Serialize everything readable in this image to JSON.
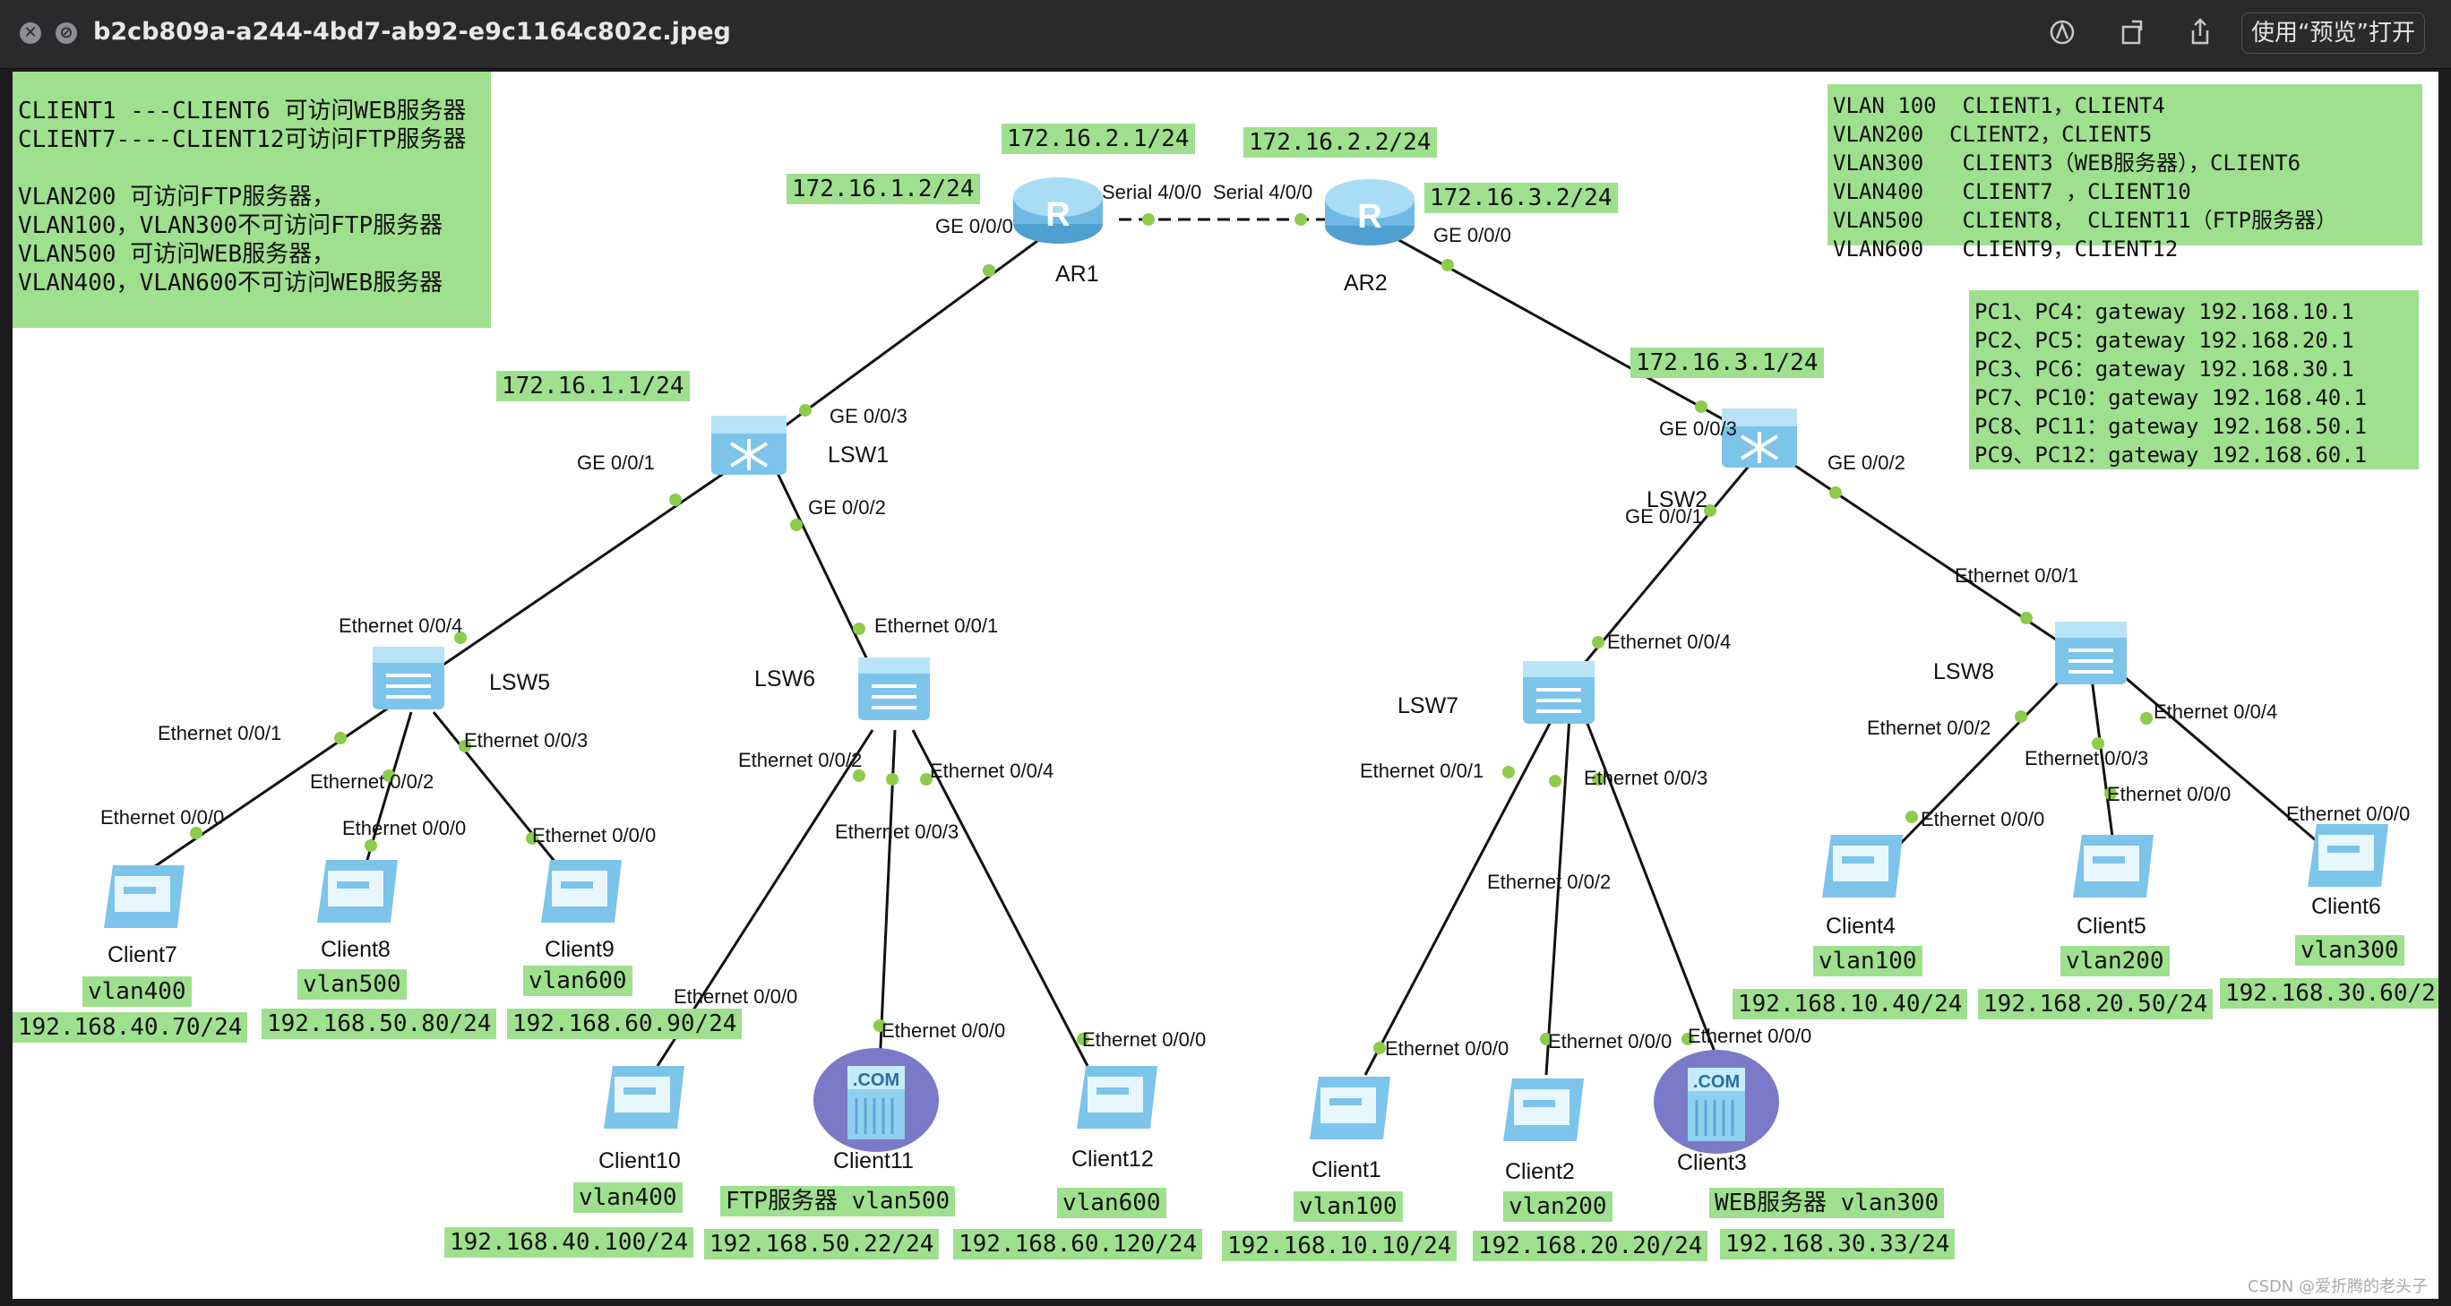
{
  "window": {
    "title": "b2cb809a-a244-4bd7-ab92-e9c1164c802c.jpeg",
    "open_with_label": "使用“预览”打开",
    "close_glyph": "✕",
    "info_glyph": "⊘",
    "icons": [
      "markup-icon",
      "rotate-icon",
      "share-icon"
    ]
  },
  "notes": {
    "access": "CLIENT1 ---CLIENT6 可访问WEB服务器\nCLIENT7----CLIENT12可访问FTP服务器\n\nVLAN200 可访问FTP服务器，\nVLAN100，VLAN300不可访问FTP服务器\nVLAN500 可访问WEB服务器，\nVLAN400，VLAN600不可访问WEB服务器",
    "vlans": "VLAN 100  CLIENT1，CLIENT4\nVLAN200  CLIENT2，CLIENT5\nVLAN300   CLIENT3（WEB服务器），CLIENT6\nVLAN400   CLIENT7 ，CLIENT10\nVLAN500   CLIENT8， CLIENT11（FTP服务器）\nVLAN600   CLIENT9，CLIENT12",
    "gateways": "PC1、PC4：gateway 192.168.10.1\nPC2、PC5：gateway 192.168.20.1\nPC3、PC6：gateway 192.168.30.1\nPC7、PC10：gateway 192.168.40.1\nPC8、PC11：gateway 192.168.50.1\nPC9、PC12：gateway 192.168.60.1"
  },
  "addresses": {
    "ar1_s400": "172.16.2.1/24",
    "ar2_s400": "172.16.2.2/24",
    "ar1_ge000": "172.16.1.2/24",
    "ar2_ge000": "172.16.3.2/24",
    "lsw1_ge003": "172.16.1.1/24",
    "lsw2_ge003": "172.16.3.1/24"
  },
  "devices": {
    "ar1": "AR1",
    "ar2": "AR2",
    "lsw1": "LSW1",
    "lsw2": "LSW2",
    "lsw5": "LSW5",
    "lsw6": "LSW6",
    "lsw7": "LSW7",
    "lsw8": "LSW8",
    "client1": "Client1",
    "client2": "Client2",
    "client3": "Client3",
    "client4": "Client4",
    "client5": "Client5",
    "client6": "Client6",
    "client7": "Client7",
    "client8": "Client8",
    "client9": "Client9",
    "client10": "Client10",
    "client11": "Client11",
    "client12": "Client12",
    "server_badge": ".COM"
  },
  "ports": {
    "serial_ar1": "Serial 4/0/0",
    "serial_ar2": "Serial 4/0/0",
    "ar1_ge": "GE 0/0/0",
    "ar2_ge": "GE 0/0/0",
    "lsw1_ge3": "GE 0/0/3",
    "lsw1_ge1": "GE 0/0/1",
    "lsw1_ge2": "GE 0/0/2",
    "lsw2_ge3": "GE 0/0/3",
    "lsw2_ge1": "GE 0/0/1",
    "lsw2_ge2": "GE 0/0/2",
    "lsw5_e4": "Ethernet 0/0/4",
    "lsw5_e1": "Ethernet 0/0/1",
    "lsw5_e2": "Ethernet 0/0/2",
    "lsw5_e3": "Ethernet 0/0/3",
    "lsw6_e1": "Ethernet 0/0/1",
    "lsw6_e2": "Ethernet 0/0/2",
    "lsw6_e3": "Ethernet 0/0/3",
    "lsw6_e4": "Ethernet 0/0/4",
    "lsw7_e4": "Ethernet 0/0/4",
    "lsw7_e1": "Ethernet 0/0/1",
    "lsw7_e2": "Ethernet 0/0/2",
    "lsw7_e3": "Ethernet 0/0/3",
    "lsw8_e1": "Ethernet 0/0/1",
    "lsw8_e2": "Ethernet 0/0/2",
    "lsw8_e3": "Ethernet 0/0/3",
    "lsw8_e4": "Ethernet 0/0/4",
    "c7_e0": "Ethernet 0/0/0",
    "c8_e0": "Ethernet 0/0/0",
    "c9_e0": "Ethernet 0/0/0",
    "c10_e0": "Ethernet 0/0/0",
    "c11_e0": "Ethernet 0/0/0",
    "c12_e0": "Ethernet 0/0/0",
    "c1_e0": "Ethernet 0/0/0",
    "c2_e0": "Ethernet 0/0/0",
    "c3_e0": "Ethernet 0/0/0",
    "c4_e0": "Ethernet 0/0/0",
    "c5_e0": "Ethernet 0/0/0",
    "c6_e0": "Ethernet 0/0/0"
  },
  "client_labels": {
    "c7_vlan": "vlan400",
    "c7_ip": "192.168.40.70/24",
    "c8_vlan": "vlan500",
    "c8_ip": "192.168.50.80/24",
    "c9_vlan": "vlan600",
    "c9_ip": "192.168.60.90/24",
    "c10_vlan": "vlan400",
    "c10_ip": "192.168.40.100/24",
    "c11_vlan": "FTP服务器 vlan500",
    "c11_ip": "192.168.50.22/24",
    "c12_vlan": "vlan600",
    "c12_ip": "192.168.60.120/24",
    "c1_vlan": "vlan100",
    "c1_ip": "192.168.10.10/24",
    "c2_vlan": "vlan200",
    "c2_ip": "192.168.20.20/24",
    "c3_vlan": "WEB服务器 vlan300",
    "c3_ip": "192.168.30.33/24",
    "c4_vlan": "vlan100",
    "c4_ip": "192.168.10.40/24",
    "c5_vlan": "vlan200",
    "c5_ip": "192.168.20.50/24",
    "c6_vlan": "vlan300",
    "c6_ip": "192.168.30.60/2"
  },
  "watermark": "CSDN @爱折腾的老头子",
  "colors": {
    "label_bg": "#9fe08e",
    "port_dot": "#8ccc4a",
    "device_blue": "#7cc4ea",
    "server_purple": "#7a7ac8"
  }
}
